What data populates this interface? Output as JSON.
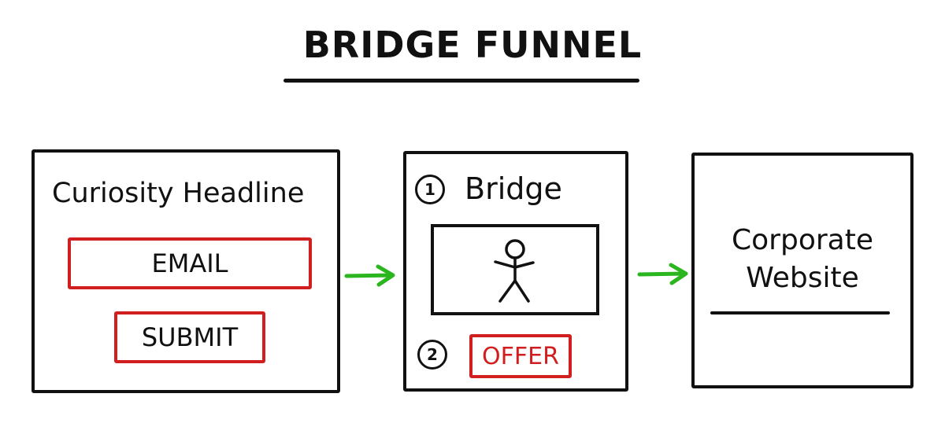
{
  "title": "BRIDGE FUNNEL",
  "optin_page": {
    "headline": "Curiosity Headline",
    "email_label": "EMAIL",
    "submit_label": "SUBMIT"
  },
  "bridge_page": {
    "step1_number": "1",
    "label": "Bridge",
    "video_icon": "stick-figure-icon",
    "step2_number": "2",
    "offer_label": "OFFER"
  },
  "destination_page": {
    "label_line1": "Corporate",
    "label_line2": "Website"
  },
  "colors": {
    "ink": "#111111",
    "accent_red": "#d11e1e",
    "arrow_green": "#2bb51f"
  }
}
